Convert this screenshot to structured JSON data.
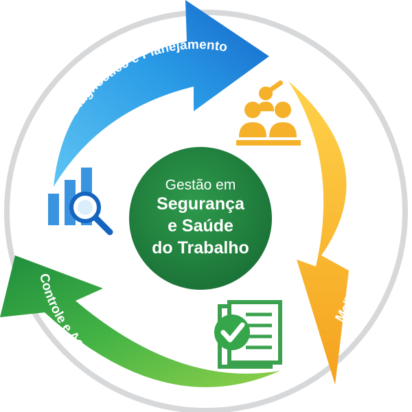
{
  "center": {
    "line1": "Gestão em",
    "line2": "Segurança",
    "line3": "e Saúde",
    "line4": "do Trabalho"
  },
  "cycle": [
    {
      "label": "Diagnóstico e Planejamento",
      "icon": "chart-magnifier-icon",
      "color": "#1e88d8"
    },
    {
      "label": "Melhoria e Capacitação",
      "icon": "training-people-icon",
      "color": "#f6a623"
    },
    {
      "label": "Controle e Acompanhamento",
      "icon": "checklist-document-icon",
      "color": "#2f9e48"
    }
  ],
  "colors": {
    "ring": "#d6d8da",
    "center": "#1f7d3e",
    "blue": "#1e88d8",
    "orange": "#f6a623",
    "green": "#2f9e48"
  }
}
